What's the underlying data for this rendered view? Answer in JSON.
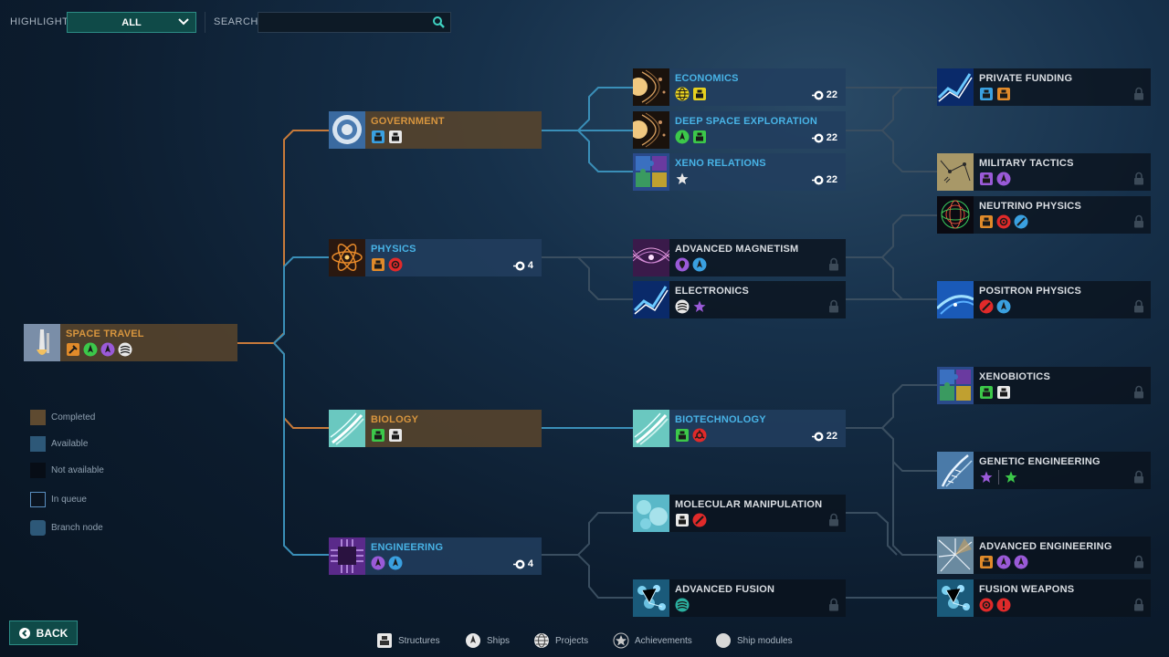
{
  "topbar": {
    "highlight_label": "HIGHLIGHT",
    "highlight_value": "ALL",
    "search_label": "SEARCH",
    "search_value": ""
  },
  "colors": {
    "completed": "#58442c",
    "available": "#223e5e",
    "not_available": "#0a121c",
    "line_completed": "#c87a3a",
    "line_available": "#3a8fb8",
    "line_locked": "#3a4e60",
    "accent_teal": "#0f4a48"
  },
  "nodes": [
    {
      "id": "space-travel",
      "name": "SPACE TRAVEL",
      "state": "completed",
      "thumb": "rocket-launch",
      "icons": [
        "hammer-orange",
        "ship-green",
        "ship-purple",
        "module-white"
      ],
      "turns": null
    },
    {
      "id": "government",
      "name": "GOVERNMENT",
      "state": "completed",
      "thumb": "seal",
      "icons": [
        "structure-blue",
        "structure-white"
      ],
      "turns": null
    },
    {
      "id": "physics",
      "name": "PHYSICS",
      "state": "available",
      "thumb": "atom",
      "icons": [
        "structure-orange",
        "gear-red"
      ],
      "turns": "4"
    },
    {
      "id": "biology",
      "name": "BIOLOGY",
      "state": "completed",
      "thumb": "dna",
      "icons": [
        "structure-green",
        "structure-white"
      ],
      "turns": null
    },
    {
      "id": "engineering",
      "name": "ENGINEERING",
      "state": "available",
      "thumb": "circuit",
      "icons": [
        "ship-purple",
        "ship-blue"
      ],
      "turns": "4"
    },
    {
      "id": "economics",
      "name": "ECONOMICS",
      "state": "available",
      "thumb": "orbit",
      "icons": [
        "globe-yellow",
        "structure-yellow"
      ],
      "turns": "22"
    },
    {
      "id": "deep-space-exploration",
      "name": "DEEP SPACE EXPLORATION",
      "state": "available",
      "thumb": "orbit",
      "icons": [
        "ship-green",
        "structure-green"
      ],
      "turns": "22"
    },
    {
      "id": "xeno-relations",
      "name": "XENO RELATIONS",
      "state": "available",
      "thumb": "puzzle",
      "icons": [
        "star-white"
      ],
      "turns": "22"
    },
    {
      "id": "advanced-magnetism",
      "name": "ADVANCED MAGNETISM",
      "state": "locked",
      "thumb": "magnet",
      "icons": [
        "pin-purple",
        "ship-blue"
      ],
      "turns": null
    },
    {
      "id": "electronics",
      "name": "ELECTRONICS",
      "state": "locked",
      "thumb": "wave",
      "icons": [
        "module-white",
        "star-purple"
      ],
      "turns": null
    },
    {
      "id": "biotechnology",
      "name": "BIOTECHNOLOGY",
      "state": "available",
      "thumb": "dna",
      "icons": [
        "structure-green",
        "hazard-red"
      ],
      "turns": "22"
    },
    {
      "id": "molecular-manipulation",
      "name": "MOLECULAR MANIPULATION",
      "state": "locked",
      "thumb": "cells",
      "icons": [
        "structure-white",
        "beam-red"
      ],
      "turns": null
    },
    {
      "id": "advanced-fusion",
      "name": "ADVANCED FUSION",
      "state": "locked",
      "thumb": "molecules",
      "icons": [
        "module-teal"
      ],
      "turns": null
    },
    {
      "id": "private-funding",
      "name": "PRIVATE FUNDING",
      "state": "locked",
      "thumb": "wave",
      "icons": [
        "structure-blue",
        "structure-orange"
      ],
      "turns": null
    },
    {
      "id": "military-tactics",
      "name": "MILITARY TACTICS",
      "state": "locked",
      "thumb": "map",
      "icons": [
        "structure-purple",
        "ship-purple"
      ],
      "turns": null
    },
    {
      "id": "neutrino-physics",
      "name": "NEUTRINO PHYSICS",
      "state": "locked",
      "thumb": "sphere",
      "icons": [
        "structure-orange",
        "gear-red",
        "beam-blue"
      ],
      "turns": null
    },
    {
      "id": "positron-physics",
      "name": "POSITRON PHYSICS",
      "state": "locked",
      "thumb": "blueglow",
      "icons": [
        "beam-red",
        "ship-blue"
      ],
      "turns": null
    },
    {
      "id": "xenobiotics",
      "name": "XENOBIOTICS",
      "state": "locked",
      "thumb": "puzzle",
      "icons": [
        "structure-green",
        "structure-white"
      ],
      "turns": null
    },
    {
      "id": "genetic-engineering",
      "name": "GENETIC ENGINEERING",
      "state": "locked",
      "thumb": "helix",
      "icons": [
        "star-purple",
        "sep",
        "star-green"
      ],
      "turns": null
    },
    {
      "id": "advanced-engineering",
      "name": "ADVANCED ENGINEERING",
      "state": "locked",
      "thumb": "shatter",
      "icons": [
        "structure-orange",
        "ship-purple",
        "ship-purple"
      ],
      "turns": null
    },
    {
      "id": "fusion-weapons",
      "name": "FUSION WEAPONS",
      "state": "locked",
      "thumb": "molecules",
      "icons": [
        "gear-red",
        "alert-red"
      ],
      "turns": null
    }
  ],
  "legend": [
    {
      "label": "Completed",
      "color": "#5e4a30"
    },
    {
      "label": "Available",
      "color": "#2d5878"
    },
    {
      "label": "Not available",
      "color": "#070d16"
    },
    {
      "label": "In queue",
      "color": "#0a1420"
    },
    {
      "label": "Branch node",
      "color": "#2d5878"
    }
  ],
  "back_label": "BACK",
  "bottom_legend": [
    {
      "label": "Structures",
      "icon": "structure-icon"
    },
    {
      "label": "Ships",
      "icon": "ship-icon"
    },
    {
      "label": "Projects",
      "icon": "globe-icon"
    },
    {
      "label": "Achievements",
      "icon": "star-icon"
    },
    {
      "label": "Ship modules",
      "icon": "module-icon"
    }
  ]
}
